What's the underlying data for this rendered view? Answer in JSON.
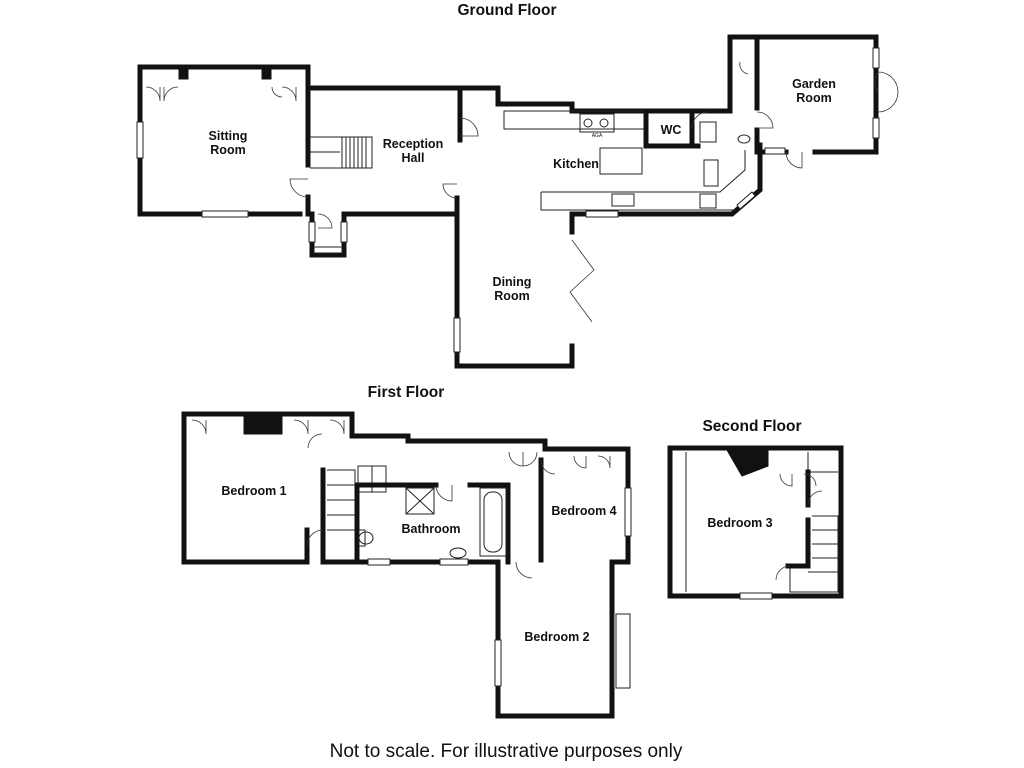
{
  "floors": {
    "ground": "Ground Floor",
    "first": "First Floor",
    "second": "Second Floor"
  },
  "rooms": {
    "sitting_room": [
      "Sitting",
      "Room"
    ],
    "reception_hall": [
      "Reception",
      "Hall"
    ],
    "kitchen": "Kitchen",
    "wc": "WC",
    "garden_room": [
      "Garden",
      "Room"
    ],
    "dining_room": [
      "Dining",
      "Room"
    ],
    "bedroom_1": "Bedroom 1",
    "bathroom": "Bathroom",
    "bedroom_4": "Bedroom 4",
    "bedroom_2": "Bedroom 2",
    "bedroom_3": "Bedroom 3"
  },
  "fixtures": {
    "aga": "AGA"
  },
  "footer": "Not to scale. For illustrative purposes only"
}
